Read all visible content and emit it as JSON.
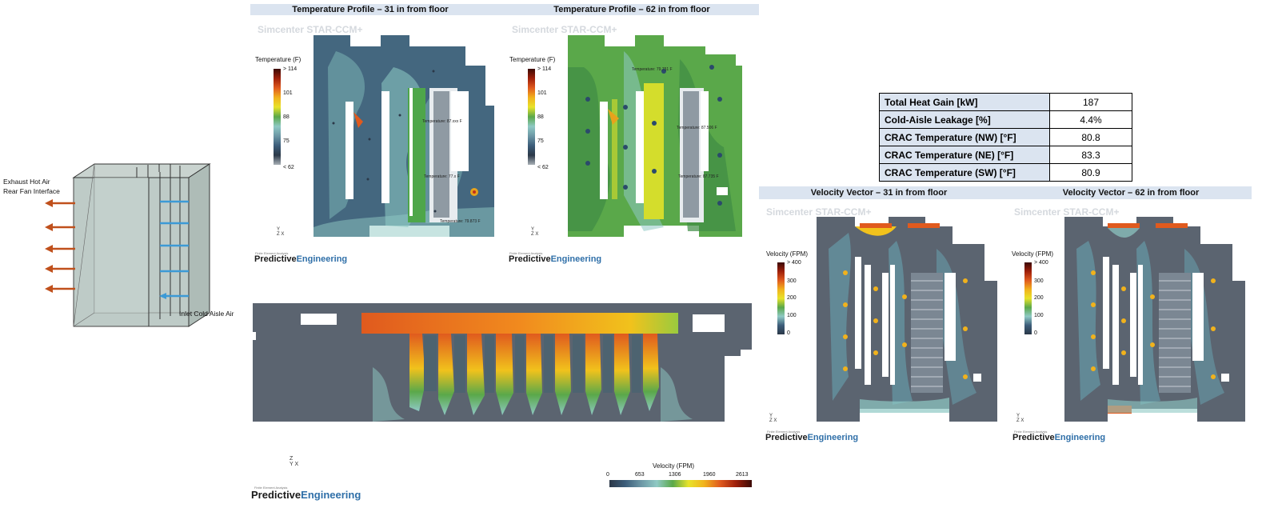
{
  "headers": {
    "temp_31": "Temperature Profile – 31 in from floor",
    "temp_62": "Temperature Profile – 62 in from floor",
    "vel_31": "Velocity Vector  – 31 in from floor",
    "vel_62": "Velocity Vector  – 62 in from floor"
  },
  "watermark": "Simcenter STAR-CCM+",
  "logo": {
    "word1": "Predictive",
    "word2": "Engineering",
    "small": "Finite Element Analysis"
  },
  "rack": {
    "exhaust_label_1": "Exhaust Hot Air",
    "exhaust_label_2": "Rear Fan Interface",
    "inlet_label": "Inlet Cold Aisle Air"
  },
  "temp_legend": {
    "title": "Temperature (F)",
    "ticks": [
      "> 114",
      "101",
      "88",
      "75",
      "< 62"
    ]
  },
  "vel_legend": {
    "title": "Velocity (FPM)",
    "ticks": [
      "> 400",
      "300",
      "200",
      "100",
      "0"
    ]
  },
  "section_legend": {
    "title": "Velocity (FPM)",
    "ticks": [
      "0",
      "653",
      "1306",
      "1960",
      "2613"
    ]
  },
  "probes_31": [
    "Temperature: 87.xxx F",
    "Temperature: 77.x F",
    "Temperature: 79.873 F"
  ],
  "probes_62": [
    "Temperature: 79.751 F",
    "Temperature: 87.506 F",
    "Temperature: 87.735 F"
  ],
  "summary_table": [
    {
      "label": "Total Heat Gain [kW]",
      "value": "187"
    },
    {
      "label": "Cold-Aisle Leakage [%]",
      "value": "4.4%"
    },
    {
      "label": "CRAC Temperature (NW) [°F]",
      "value": "80.8"
    },
    {
      "label": "CRAC Temperature (NE) [°F]",
      "value": "83.3"
    },
    {
      "label": "CRAC Temperature (SW) [°F]",
      "value": "80.9"
    }
  ],
  "colors": {
    "header_bg": "#dbe4f0",
    "cold": "#2b4a6b",
    "cool": "#8fc9c4",
    "warm": "#5aa84a",
    "hot": "#e05a1e",
    "arrow_out": "#c0501c",
    "arrow_in": "#3c9ad6",
    "logo_blue": "#2f6fa8"
  }
}
